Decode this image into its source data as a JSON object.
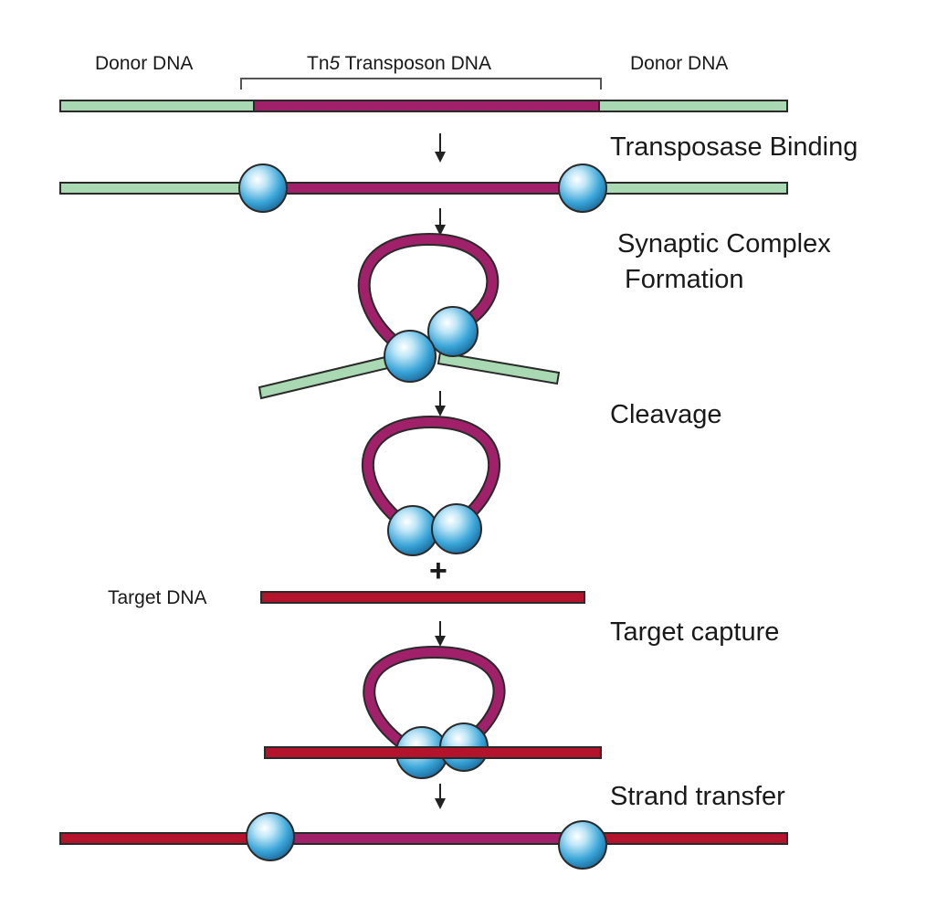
{
  "labels": {
    "donor_left": "Donor DNA",
    "donor_right": "Donor DNA",
    "transposon_prefix": "Tn",
    "transposon_italic": "5",
    "transposon_suffix": " Transposon DNA",
    "target": "Target DNA",
    "plus": "+"
  },
  "steps": {
    "transposase_binding": "Transposase Binding",
    "synaptic_line1": "Synaptic Complex",
    "synaptic_line2": "Formation",
    "cleavage": "Cleavage",
    "target_capture": "Target capture",
    "strand_transfer": "Strand transfer"
  },
  "colors": {
    "donor_dna": "#a9d9b2",
    "transposon_dna": "#a0206a",
    "target_dna": "#b3142c",
    "transposase": "#3aa5d8",
    "outline": "#2a2a2a"
  }
}
